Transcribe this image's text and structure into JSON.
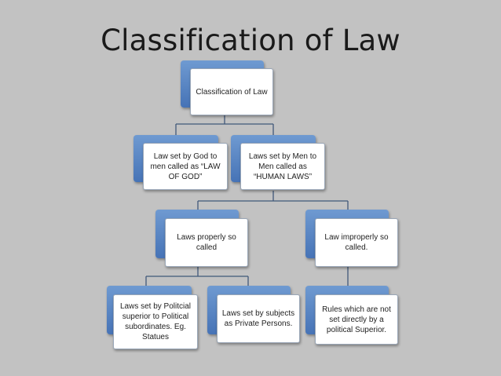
{
  "title": "Classification of Law",
  "nodes": {
    "root": "Classification of Law",
    "god": "Law set by God to men called as “LAW OF GOD”",
    "men": "Laws set by Men to Men called as “HUMAN LAWS”",
    "proper": "Laws properly so called",
    "improper": "Law improperly so called.",
    "political": "Laws set by Politcial superior to Political subordinates. Eg. Statues",
    "private": "Laws set by subjects as Private Persons.",
    "rules": "Rules which are not set directly by a political Superior."
  },
  "colors": {
    "background": "#c2c2c2",
    "node_accent": "#4a77b9",
    "node_fill": "#ffffff",
    "connector": "#40587a"
  }
}
